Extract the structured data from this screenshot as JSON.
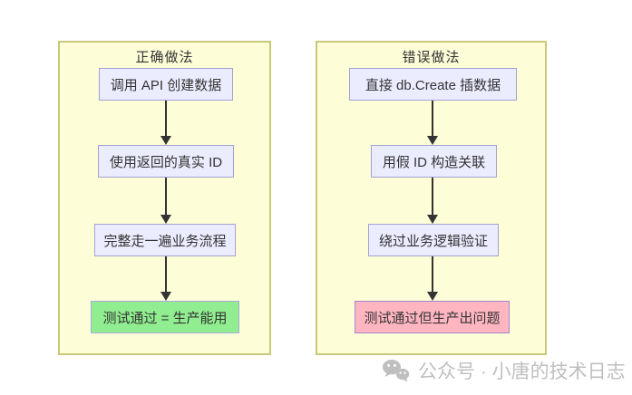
{
  "panels": [
    {
      "title": "正确做法",
      "nodes": [
        {
          "label": "调用 API 创建数据"
        },
        {
          "label": "使用返回的真实 ID"
        },
        {
          "label": "完整走一遍业务流程"
        },
        {
          "label": "测试通过 = 生产能用",
          "variant": "success"
        }
      ]
    },
    {
      "title": "错误做法",
      "nodes": [
        {
          "label": "直接 db.Create 插数据"
        },
        {
          "label": "用假 ID 构造关联"
        },
        {
          "label": "绕过业务逻辑验证"
        },
        {
          "label": "测试通过但生产出问题",
          "variant": "danger"
        }
      ]
    }
  ],
  "watermark": {
    "icon": "wechat-icon",
    "text": "公众号 · 小唐的技术日志"
  },
  "colors": {
    "panel_bg": "#fdfdd8",
    "panel_border": "#c9c97a",
    "node_bg": "#ececff",
    "node_border": "#a2a2d2",
    "success_bg": "#90ee90",
    "danger_bg": "#ffb6c1",
    "arrow": "#333333",
    "text": "#333333",
    "watermark_gray": "#bfbfbf"
  }
}
